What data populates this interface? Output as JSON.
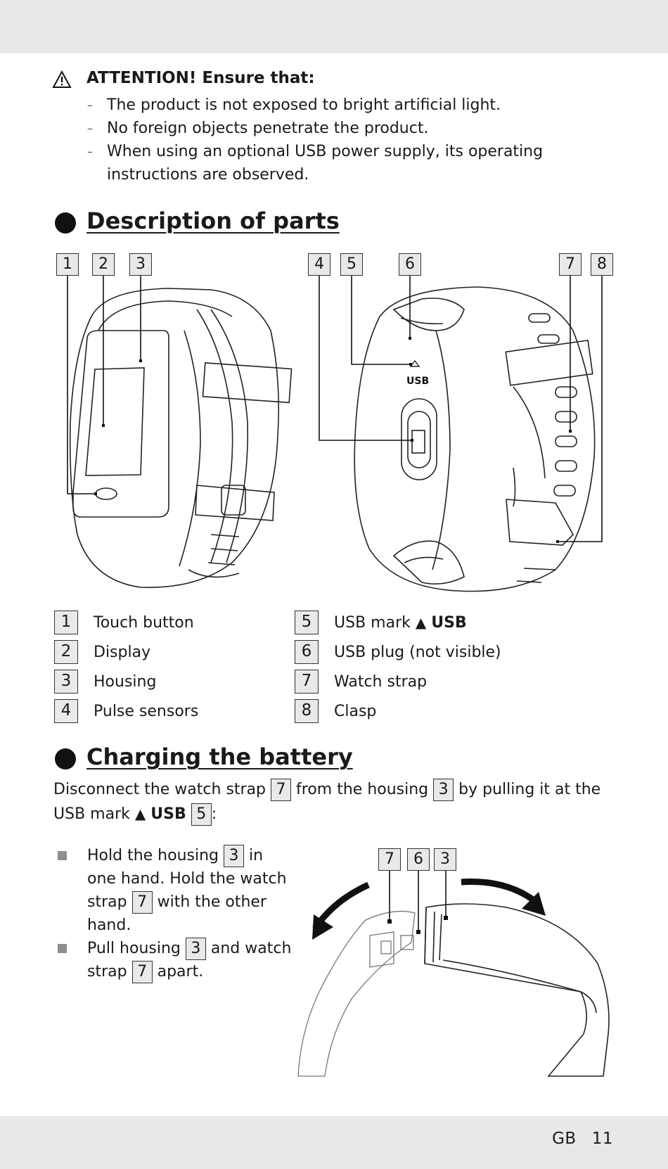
{
  "attention": {
    "title": "ATTENTION! Ensure that:",
    "items": [
      "The product is not exposed to bright artificial light.",
      "No foreign objects penetrate the product.",
      "When using an optional USB power supply, its operating instructions are observed."
    ]
  },
  "description": {
    "heading": "Description of parts",
    "callouts": [
      "1",
      "2",
      "3",
      "4",
      "5",
      "6",
      "7",
      "8"
    ],
    "usb_label": "USB",
    "parts": [
      {
        "num": "1",
        "label": "Touch button"
      },
      {
        "num": "2",
        "label": "Display"
      },
      {
        "num": "3",
        "label": "Housing"
      },
      {
        "num": "4",
        "label": "Pulse sensors"
      },
      {
        "num": "5",
        "label": "USB mark",
        "mark": "▲",
        "mark_text": "USB"
      },
      {
        "num": "6",
        "label": "USB plug (not visible)"
      },
      {
        "num": "7",
        "label": "Watch strap"
      },
      {
        "num": "8",
        "label": "Clasp"
      }
    ]
  },
  "charging": {
    "heading": "Charging the battery",
    "intro": {
      "t1": "Disconnect the watch strap",
      "n1": "7",
      "t2": "from the housing",
      "n2": "3",
      "t3": "by pulling it at the USB mark",
      "mark": "▲",
      "mark_text": "USB",
      "n3": "5",
      "t4": ":"
    },
    "steps": [
      {
        "a": "Hold the housing",
        "n1": "3",
        "b": "in one hand. Hold the watch strap",
        "n2": "7",
        "c": "with the other hand."
      },
      {
        "a": "Pull housing",
        "n1": "3",
        "b": "and watch strap",
        "n2": "7",
        "c": "apart."
      }
    ],
    "callouts": [
      "7",
      "6",
      "3"
    ]
  },
  "footer": {
    "lang": "GB",
    "page": "11"
  }
}
